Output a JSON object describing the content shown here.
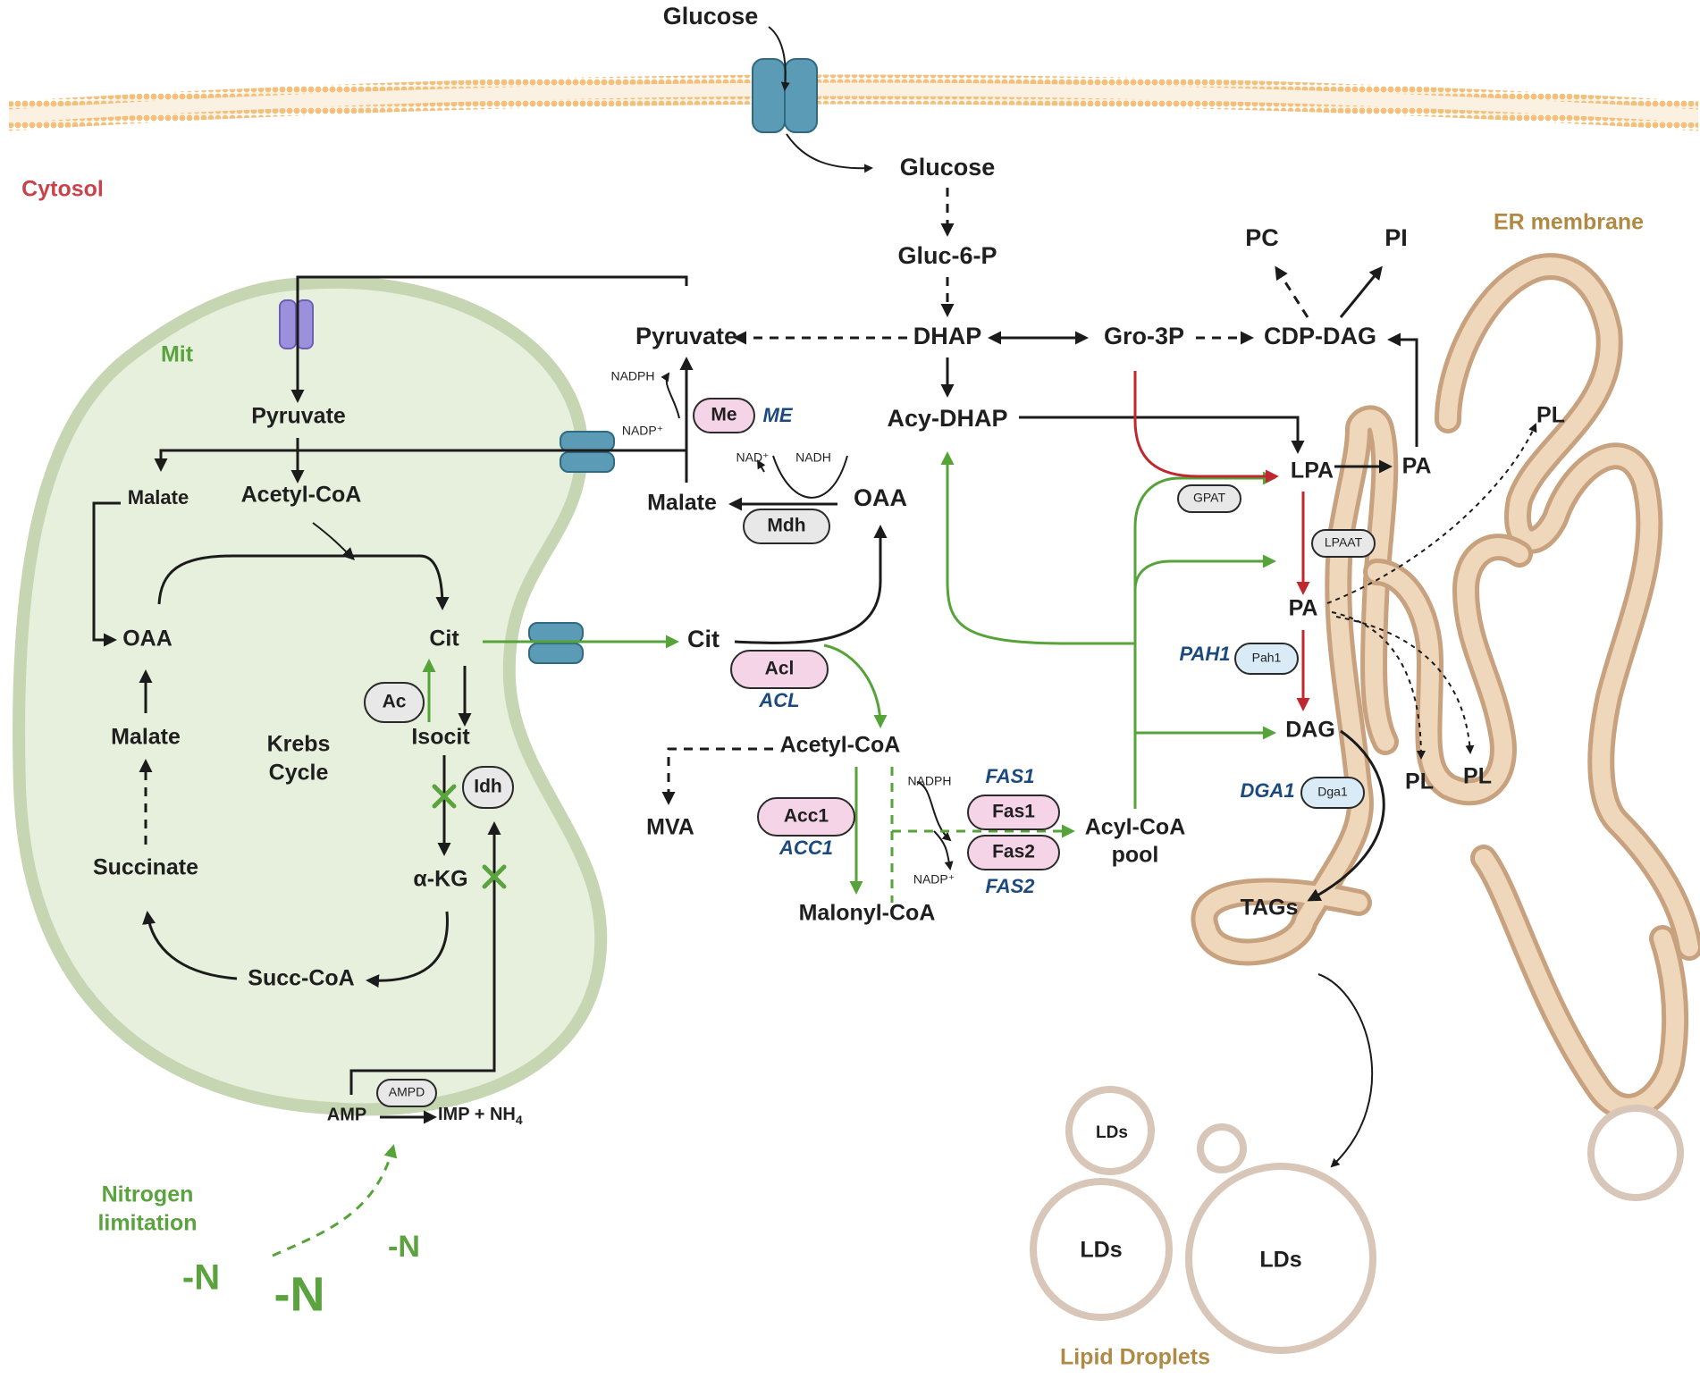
{
  "regions": {
    "cytosol": "Cytosol",
    "mit": "Mit",
    "er_membrane": "ER membrane",
    "lipid_droplets": "Lipid Droplets",
    "krebs_line1": "Krebs",
    "krebs_line2": "Cycle"
  },
  "metabolites": {
    "glucose_out": "Glucose",
    "glucose_in": "Glucose",
    "gluc6p": "Gluc-6-P",
    "dhap": "DHAP",
    "gro3p": "Gro-3P",
    "cdp_dag": "CDP-DAG",
    "pc": "PC",
    "pi": "PI",
    "acy_dhap": "Acy-DHAP",
    "pyruvate_cyt": "Pyruvate",
    "pyruvate_mit": "Pyruvate",
    "acetyl_coa_mit": "Acetyl-CoA",
    "malate_mit_top": "Malate",
    "malate_mit": "Malate",
    "oaa_mit": "OAA",
    "cit_mit": "Cit",
    "isocit": "Isocit",
    "akg": "α-KG",
    "succ_coa": "Succ-CoA",
    "succinate": "Succinate",
    "amp": "AMP",
    "imp_nh4": "IMP + NH",
    "imp_nh4_sub": "4",
    "malate_cyt": "Malate",
    "oaa_cyt": "OAA",
    "cit_cyt": "Cit",
    "acetyl_coa_cyt": "Acetyl-CoA",
    "mva": "MVA",
    "malonyl_coa": "Malonyl-CoA",
    "acyl_coa_pool_1": "Acyl-CoA",
    "acyl_coa_pool_2": "pool",
    "lpa": "LPA",
    "pa_top": "PA",
    "pa_mid": "PA",
    "dag": "DAG",
    "tags": "TAGs",
    "pl_1": "PL",
    "pl_2": "PL",
    "pl_3": "PL",
    "lds_small": "LDs",
    "lds_mid": "LDs",
    "lds_large": "LDs"
  },
  "cofactors": {
    "nadph_me": "NADPH",
    "nadp_me": "NADP⁺",
    "nad_mdh": "NAD⁺",
    "nadh_mdh": "NADH",
    "nadph_fas": "NADPH",
    "nadp_fas": "NADP⁺"
  },
  "enzymes": {
    "me": "Me",
    "mdh": "Mdh",
    "acl": "Acl",
    "ac": "Ac",
    "idh": "Idh",
    "acc1": "Acc1",
    "fas1": "Fas1",
    "fas2": "Fas2",
    "gpat": "GPAT",
    "lpaat": "LPAAT",
    "pah1": "Pah1",
    "dga1": "Dga1",
    "ampd": "AMPD"
  },
  "genes": {
    "me": "ME",
    "acl": "ACL",
    "acc1": "ACC1",
    "fas1": "FAS1",
    "fas2": "FAS2",
    "pah1": "PAH1",
    "dga1": "DGA1"
  },
  "nitrogen": {
    "label_1": "Nitrogen",
    "label_2": "limitation",
    "n1": "-N",
    "n2": "-N",
    "n3": "-N"
  },
  "colors": {
    "mitochondrion_fill": "#e7efdd",
    "mitochondrion_edge": "#c6d6b3",
    "er_edge": "#c8a27e",
    "er_fill": "#eed7bb",
    "membrane_head": "#f2c07a",
    "transporter": "#5b9bb5",
    "carrier": "#9c8fdc",
    "green_arrow": "#56a33a",
    "red_arrow": "#c0282f",
    "droplet": "#d8c6b8"
  }
}
